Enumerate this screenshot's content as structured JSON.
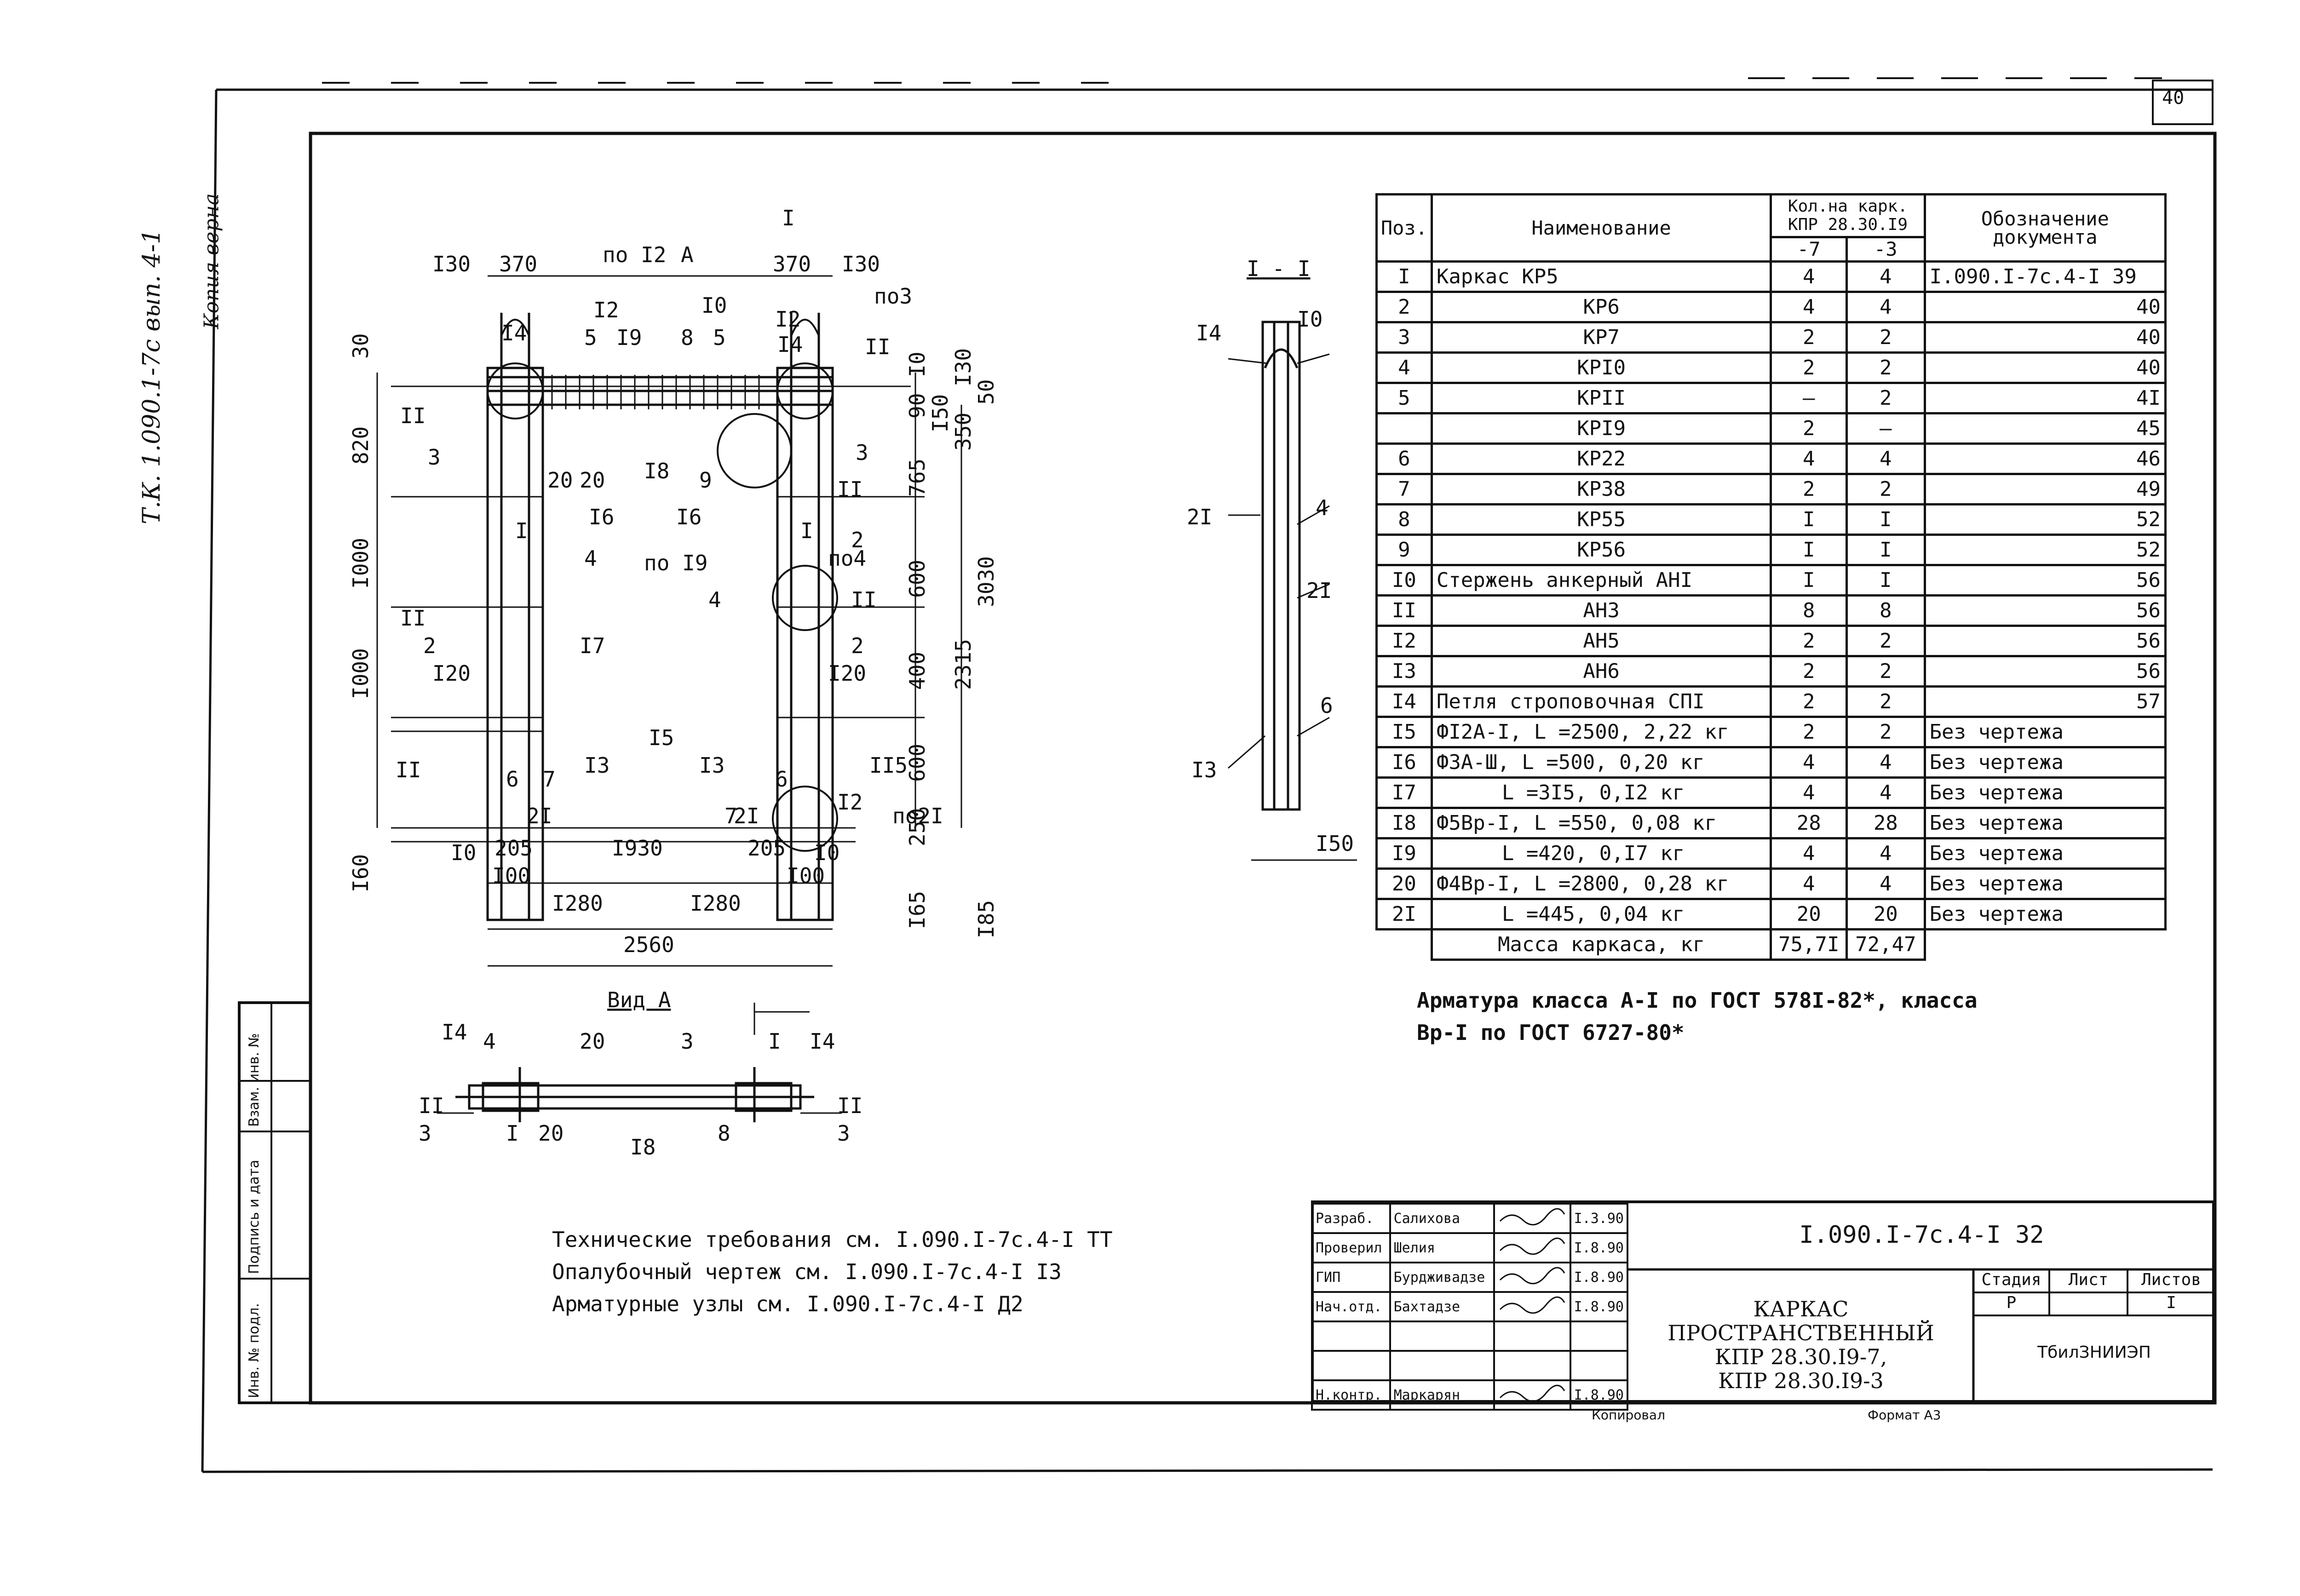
{
  "page_number": "40",
  "margin_note": "Т.К. 1.090.1-7с вып. 4-1",
  "copy_stamp": "Копия верна",
  "side_stamp": [
    "Инв. № подл.",
    "Подпись и дата",
    "Взам. инв. №"
  ],
  "plan": {
    "top_dims": [
      "I30",
      "370",
      "370",
      "I30"
    ],
    "callouts_top": [
      "по I2",
      "A",
      "I",
      "I0",
      "по3",
      "I4",
      "I2",
      "5",
      "I9",
      "8",
      "5",
      "I2",
      "I4",
      "II"
    ],
    "left_dims": [
      "30",
      "820",
      "I000",
      "I000",
      "I60"
    ],
    "right_dims": [
      "I0",
      "90",
      "I50",
      "350",
      "765",
      "600",
      "400",
      "600",
      "250",
      "I65",
      "I30",
      "50",
      "2315",
      "3030",
      "I85"
    ],
    "labels": [
      "II",
      "3",
      "20",
      "20",
      "I8",
      "9",
      "3",
      "II",
      "I6",
      "I6",
      "I",
      "I",
      "2",
      "4",
      "по I9",
      "по4",
      "II",
      "4",
      "II",
      "2",
      "2",
      "I20",
      "I20",
      "I7",
      "I5",
      "II",
      "I3",
      "I3",
      "II5",
      "6",
      "7",
      "7",
      "6",
      "2I",
      "2I",
      "I2",
      "по2I"
    ],
    "bottom_dims": [
      "I0",
      "205",
      "I930",
      "205",
      "I0",
      "I00",
      "I00",
      "I280",
      "I280",
      "2560"
    ]
  },
  "view_a": {
    "title": "Вид А",
    "section_mark": "I",
    "labels": [
      "I4",
      "4",
      "20",
      "3",
      "I4",
      "II",
      "3",
      "I",
      "20",
      "I8",
      "8",
      "II",
      "3"
    ]
  },
  "section": {
    "title": "I - I",
    "labels": [
      "I4",
      "I0",
      "2I",
      "4",
      "2I",
      "6",
      "I3",
      "I50"
    ]
  },
  "spec_table": {
    "headers": {
      "pos": "Поз.",
      "name": "Наименование",
      "qty": "Кол.на карк. КПР 28.30.I9",
      "qty_a": "-7",
      "qty_b": "-3",
      "doc": "Обозначение документа"
    },
    "rows": [
      {
        "pos": "I",
        "name": "Каркас КР5",
        "a": "4",
        "b": "4",
        "doc": "I.090.I-7с.4-I 39"
      },
      {
        "pos": "2",
        "name": "КР6",
        "a": "4",
        "b": "4",
        "doc": "40"
      },
      {
        "pos": "3",
        "name": "КР7",
        "a": "2",
        "b": "2",
        "doc": "40"
      },
      {
        "pos": "4",
        "name": "КРI0",
        "a": "2",
        "b": "2",
        "doc": "40"
      },
      {
        "pos": "5",
        "name": "КРII",
        "a": "–",
        "b": "2",
        "doc": "4I"
      },
      {
        "pos": "",
        "name": "КРI9",
        "a": "2",
        "b": "–",
        "doc": "45"
      },
      {
        "pos": "6",
        "name": "КР22",
        "a": "4",
        "b": "4",
        "doc": "46"
      },
      {
        "pos": "7",
        "name": "КР38",
        "a": "2",
        "b": "2",
        "doc": "49"
      },
      {
        "pos": "8",
        "name": "КР55",
        "a": "I",
        "b": "I",
        "doc": "52"
      },
      {
        "pos": "9",
        "name": "КР56",
        "a": "I",
        "b": "I",
        "doc": "52"
      },
      {
        "pos": "I0",
        "name": "Стержень анкерный АНI",
        "a": "I",
        "b": "I",
        "doc": "56"
      },
      {
        "pos": "II",
        "name": "АН3",
        "a": "8",
        "b": "8",
        "doc": "56"
      },
      {
        "pos": "I2",
        "name": "АН5",
        "a": "2",
        "b": "2",
        "doc": "56"
      },
      {
        "pos": "I3",
        "name": "АН6",
        "a": "2",
        "b": "2",
        "doc": "56"
      },
      {
        "pos": "I4",
        "name": "Петля строповочная СПI",
        "a": "2",
        "b": "2",
        "doc": "57"
      },
      {
        "pos": "I5",
        "name": "ФI2А-I, L =2500, 2,22 кг",
        "a": "2",
        "b": "2",
        "doc": "Без чертежа"
      },
      {
        "pos": "I6",
        "name": "Ф3А-Ш, L =500, 0,20 кг",
        "a": "4",
        "b": "4",
        "doc": "Без чертежа"
      },
      {
        "pos": "I7",
        "name": "L =3I5, 0,I2 кг",
        "a": "4",
        "b": "4",
        "doc": "Без чертежа"
      },
      {
        "pos": "I8",
        "name": "Ф5Вр-I, L =550, 0,08 кг",
        "a": "28",
        "b": "28",
        "doc": "Без чертежа"
      },
      {
        "pos": "I9",
        "name": "L =420, 0,I7 кг",
        "a": "4",
        "b": "4",
        "doc": "Без чертежа"
      },
      {
        "pos": "20",
        "name": "Ф4Вр-I, L =2800, 0,28 кг",
        "a": "4",
        "b": "4",
        "doc": "Без чертежа"
      },
      {
        "pos": "2I",
        "name": "L =445, 0,04 кг",
        "a": "20",
        "b": "20",
        "doc": "Без чертежа"
      }
    ],
    "mass_label": "Масса каркаса, кг",
    "mass_a": "75,7I",
    "mass_b": "72,47"
  },
  "rebar_note": [
    "Арматура класса А-I по ГОСТ 578I-82*, класса",
    "Вр-I по ГОСТ 6727-80*"
  ],
  "notes": [
    "Технические требования см. I.090.I-7с.4-I ТТ",
    "Опалубочный чертеж см. I.090.I-7с.4-I I3",
    "Арматурные узлы см. I.090.I-7с.4-I Д2"
  ],
  "title_block": {
    "signatures": [
      {
        "role": "Разраб.",
        "name": "Салихова",
        "date": "I.3.90"
      },
      {
        "role": "Проверил",
        "name": "Шелия",
        "date": "I.8.90"
      },
      {
        "role": "ГИП",
        "name": "Бурдживадзе",
        "date": "I.8.90"
      },
      {
        "role": "Нач.отд.",
        "name": "Бахтадзе",
        "date": "I.8.90"
      },
      {
        "role": "",
        "name": "",
        "date": ""
      },
      {
        "role": "",
        "name": "",
        "date": ""
      },
      {
        "role": "Н.контр.",
        "name": "Маркарян",
        "date": "I.8.90"
      }
    ],
    "doc_code": "I.090.I-7с.4-I 32",
    "title": [
      "КАРКАС ПРОСТРАНСТВЕННЫЙ",
      "КПР 28.30.I9-7,",
      "КПР 28.30.I9-3"
    ],
    "stage_label": "Стадия",
    "sheet_label": "Лист",
    "sheets_label": "Листов",
    "stage": "Р",
    "sheet": "",
    "sheets": "I",
    "org": "ТбилЗНИИЭП",
    "copied": "Копировал",
    "format": "Формат А3"
  }
}
